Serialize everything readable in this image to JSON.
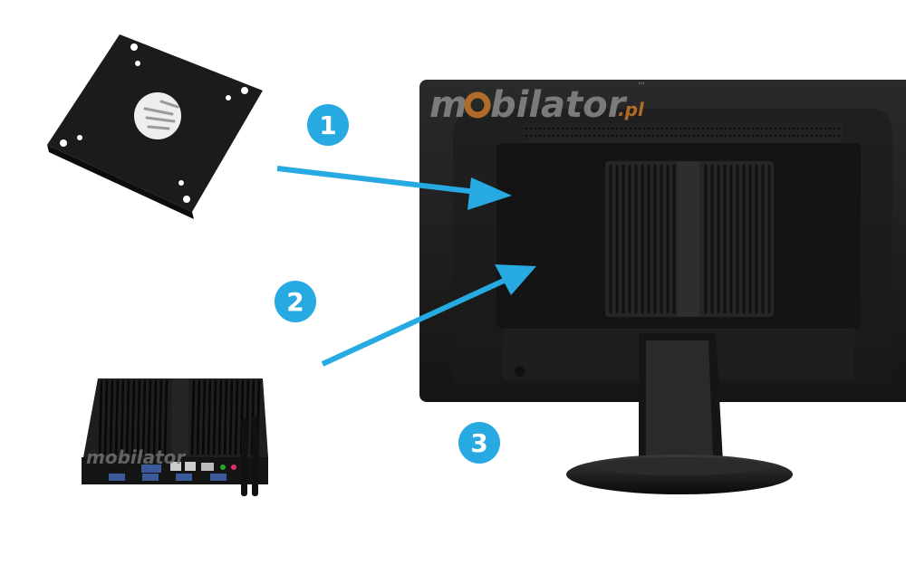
{
  "steps": [
    {
      "number": "1"
    },
    {
      "number": "2"
    },
    {
      "number": "3"
    }
  ],
  "logo": {
    "text_main": "mobilator",
    "text_suffix": ".pl",
    "trademark": "™"
  },
  "colors": {
    "accent": "#27aae1",
    "logo_orange": "#c8782a",
    "device": "#1c1c1c"
  }
}
